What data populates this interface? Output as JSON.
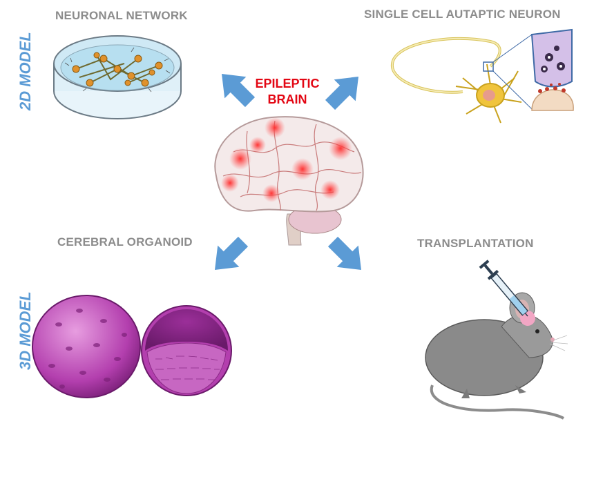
{
  "center": {
    "line1": "EPILEPTIC",
    "line2": "BRAIN"
  },
  "labels": {
    "neuronal_network": "NEURONAL NETWORK",
    "single_cell": "SINGLE CELL AUTAPTIC NEURON",
    "cerebral_organoid": "CEREBRAL ORGANOID",
    "transplantation": "TRANSPLANTATION"
  },
  "side_labels": {
    "model_2d": "2D MODEL",
    "model_3d": "3D MODEL"
  },
  "colors": {
    "label_gray": "#8c8c8c",
    "center_red": "#e30613",
    "side_blue": "#5b9bd5",
    "arrow_blue": "#5b9bd5",
    "organoid_purple": "#b33fae",
    "mouse_gray": "#7b7b7b"
  }
}
